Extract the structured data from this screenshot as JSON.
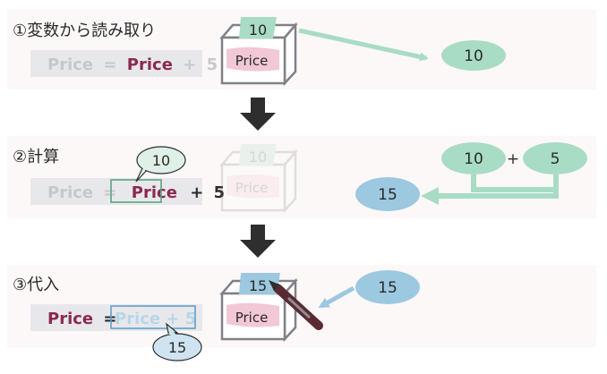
{
  "colors": {
    "panel_bg": "#fcf8f8",
    "code_bg": "#e8e8ec",
    "var_color": "#8b2a4e",
    "op_color": "#c8c8cc",
    "green": "#a8dcc4",
    "green_dark": "#5aa57e",
    "blue": "#9cc8e0",
    "blue_dark": "#5f9fc8",
    "box_line": "#808086",
    "pink": "#f2c8d6",
    "arrow_black": "#2e2e2e"
  },
  "steps": [
    {
      "heading": "①変数から読み取り",
      "code": {
        "left": "Price",
        "eq": "=",
        "right_var": "Price",
        "plus": "+",
        "num": "5"
      },
      "box": {
        "tag": "10",
        "label": "Price"
      },
      "bubble": "10"
    },
    {
      "heading": "②計算",
      "code": {
        "left": "Price",
        "eq": "=",
        "right_var": "Price",
        "plus": "+",
        "num": "5"
      },
      "callout": "10",
      "box": {
        "tag": "10",
        "label": "Price"
      },
      "calc": {
        "a": "10",
        "op": "+",
        "b": "5",
        "result": "15"
      }
    },
    {
      "heading": "③代入",
      "code": {
        "left": "Price",
        "eq": "=",
        "right_expr": "Price + 5"
      },
      "callout": "15",
      "box": {
        "tag": "15",
        "label": "Price"
      },
      "bubble": "15"
    }
  ]
}
